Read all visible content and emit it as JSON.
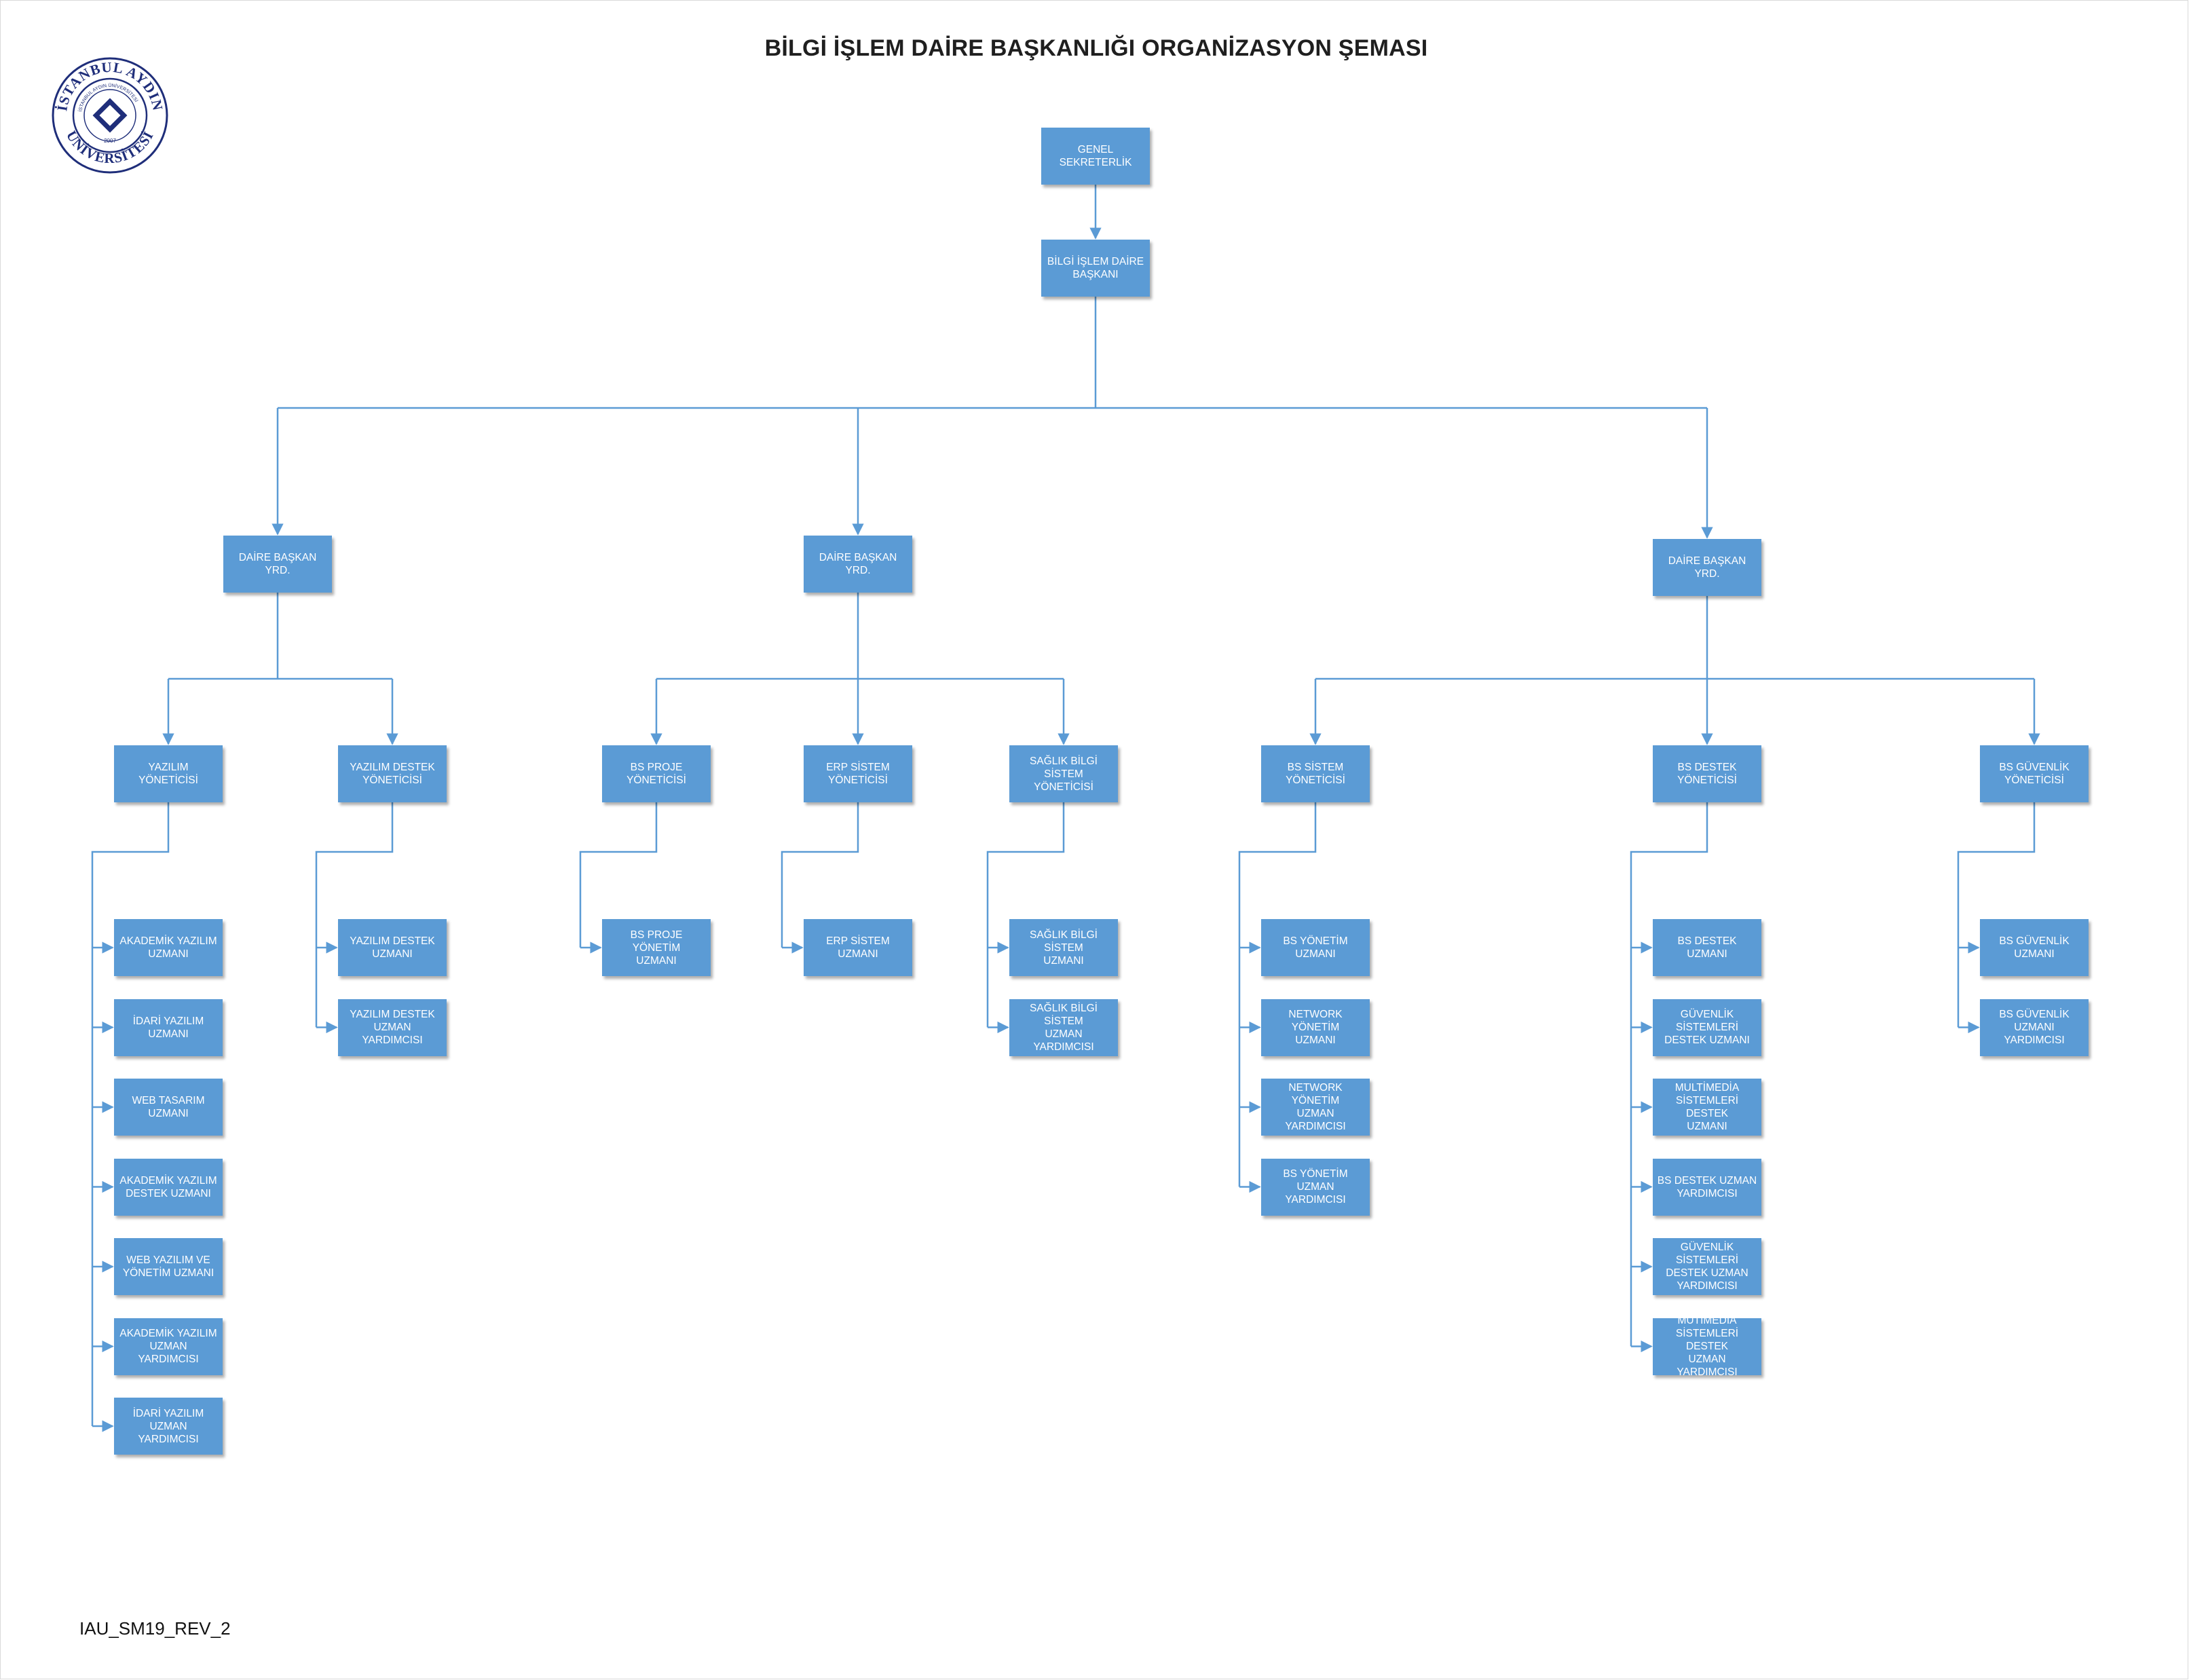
{
  "page": {
    "title": "BİLGİ İŞLEM DAİRE BAŞKANLIĞI ORGANİZASYON ŞEMASI",
    "footer_code": "IAU_SM19_REV_2"
  },
  "logo": {
    "upper_text": "İSTANBUL AYDIN",
    "lower_text": "ÜNİVERSİTESİ",
    "inner_text": "İSTANBUL AYDIN ÜNİVERSİTESİ",
    "year": "2007",
    "color": "#1f2e7a"
  },
  "colors": {
    "box_fill": "#5b9bd5",
    "connector": "#5b9bd5",
    "box_text": "#ffffff",
    "title_text": "#1f1f1f"
  },
  "org": {
    "genel_sekreterlik": {
      "label": "GENEL SEKRETERLİK"
    },
    "daire_baskani": {
      "label": "BİLGİ İŞLEM DAİRE\nBAŞKANI"
    },
    "deputies": [
      {
        "label": "DAİRE BAŞKAN YRD.",
        "managers": [
          {
            "label": "YAZILIM YÖNETİCİSİ",
            "staff": [
              "AKADEMİK YAZILIM\nUZMANI",
              "İDARİ YAZILIM\nUZMANI",
              "WEB TASARIM\nUZMANI",
              "AKADEMİK YAZILIM\nDESTEK UZMANI",
              "WEB YAZILIM VE\nYÖNETİM  UZMANI",
              "AKADEMİK YAZILIM\nUZMAN YARDIMCISI",
              "İDARİ YAZILIM\nUZMAN YARDIMCISI"
            ]
          },
          {
            "label": "YAZILIM DESTEK\nYÖNETİCİSİ",
            "staff": [
              "YAZILIM DESTEK\nUZMANI",
              "YAZILIM DESTEK\nUZMAN YARDIMCISI"
            ]
          }
        ]
      },
      {
        "label": "DAİRE BAŞKAN YRD.",
        "managers": [
          {
            "label": "BS PROJE YÖNETİCİSİ",
            "staff": [
              "BS PROJE YÖNETİM\nUZMANI"
            ]
          },
          {
            "label": "ERP SİSTEM\nYÖNETİCİSİ",
            "staff": [
              "ERP SİSTEM\nUZMANI"
            ]
          },
          {
            "label": "SAĞLIK BİLGİ SİSTEM\nYÖNETİCİSİ",
            "staff": [
              "SAĞLIK BİLGİ SİSTEM\nUZMANI",
              "SAĞLIK BİLGİ SİSTEM\nUZMAN YARDIMCISI"
            ]
          }
        ]
      },
      {
        "label": "DAİRE BAŞKAN YRD.",
        "managers": [
          {
            "label": "BS  SİSTEM\nYÖNETİCİSİ",
            "staff": [
              "BS  YÖNETİM UZMANI",
              "NETWORK YÖNETİM\nUZMANI",
              "NETWORK  YÖNETİM\nUZMAN YARDIMCISI",
              "BS YÖNETİM UZMAN\nYARDIMCISI"
            ]
          },
          {
            "label": "BS  DESTEK\nYÖNETİCİSİ",
            "staff": [
              "BS DESTEK UZMANI",
              "GÜVENLİK  SİSTEMLERİ\nDESTEK UZMANI",
              "MULTİMEDİA\nSİSTEMLERİ DESTEK\nUZMANI",
              "BS DESTEK UZMAN\nYARDIMCISI",
              "GÜVENLİK  SİSTEMLERİ\nDESTEK UZMAN\nYARDIMCISI",
              "MUTİMEDİA\nSİSTEMLERİ DESTEK\nUZMAN YARDIMCISI"
            ]
          },
          {
            "label": "BS  GÜVENLİK\nYÖNETİCİSİ",
            "staff": [
              "BS  GÜVENLİK\nUZMANI",
              "BS  GÜVENLİK\nUZMANI YARDIMCISI"
            ]
          }
        ]
      }
    ]
  }
}
